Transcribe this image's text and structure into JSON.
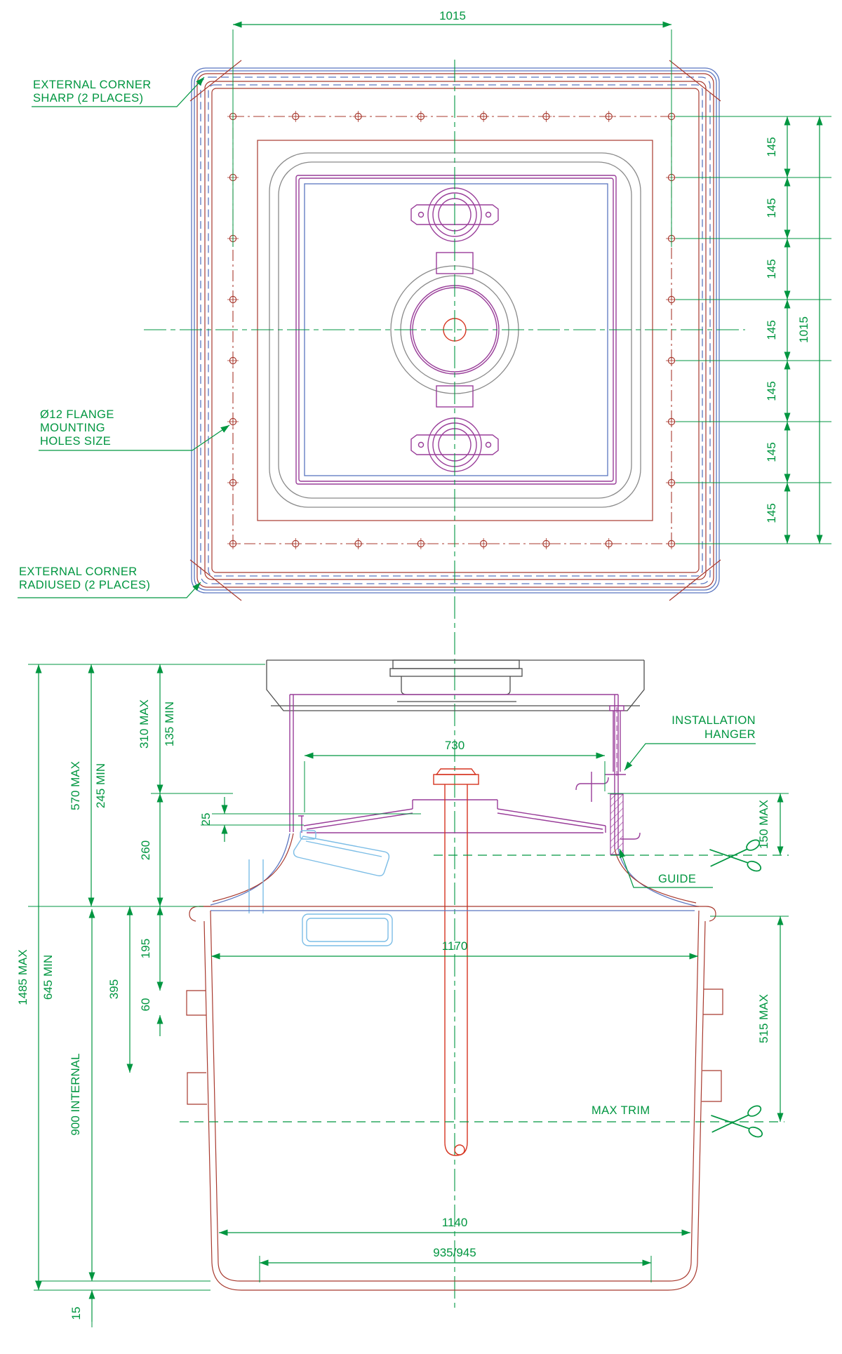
{
  "colors": {
    "dimension_green": "#009640",
    "outline_blue": "#5b76c0",
    "outline_dark_red": "#a8392e",
    "bright_red": "#d63420",
    "purple": "#993d99",
    "light_blue": "#7cbde6",
    "gray": "#8a8a8a",
    "cover_gray": "#4d4d4d"
  },
  "top_view": {
    "width_dim": "1015",
    "height_dim": "1015",
    "spacing_dims": [
      "145",
      "145",
      "145",
      "145",
      "145",
      "145",
      "145"
    ],
    "labels": {
      "corner_sharp_line1": "EXTERNAL CORNER",
      "corner_sharp_line2": "SHARP (2 PLACES)",
      "flange_line1": "Ø12 FLANGE",
      "flange_line2": "MOUNTING",
      "flange_line3": "HOLES SIZE",
      "corner_radiused_line1": "EXTERNAL CORNER",
      "corner_radiused_line2": "RADIUSED (2 PLACES)"
    }
  },
  "side_view": {
    "dims": {
      "riser_width": "730",
      "lid_offset": "25",
      "riser_depth": "260",
      "cover_max": "310 MAX",
      "cover_min": "135 MIN",
      "upper_max": "570 MAX",
      "upper_min": "245 MIN",
      "overall_max": "1485 MAX",
      "overall_min": "645 MIN",
      "cut_range": "150 MAX",
      "tank_trim": "515 MAX",
      "inlet_top": "195",
      "inlet_bottom": "395",
      "inlet_height": "60",
      "internal_depth": "900 INTERNAL",
      "tank_top_width": "1170",
      "tank_bottom_width": "1140",
      "base_width": "935/945",
      "base_thickness": "15"
    },
    "labels": {
      "hanger_line1": "INSTALLATION",
      "hanger_line2": "HANGER",
      "guide": "GUIDE",
      "max_trim": "MAX TRIM"
    }
  }
}
